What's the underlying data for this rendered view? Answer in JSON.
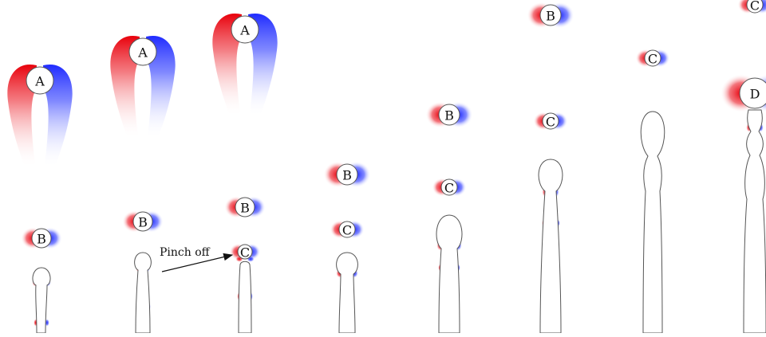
{
  "figure": {
    "annotation": "Pinch off",
    "colors": {
      "positive": "#e8000b",
      "negative": "#1f2bff",
      "outline": "#555555"
    },
    "frames": [
      {
        "id": "frame-1",
        "bubbles": [
          "A",
          "B"
        ]
      },
      {
        "id": "frame-2",
        "bubbles": [
          "A",
          "B"
        ]
      },
      {
        "id": "frame-3",
        "bubbles": [
          "A",
          "B",
          "C"
        ]
      },
      {
        "id": "frame-4",
        "bubbles": [
          "B",
          "C"
        ]
      },
      {
        "id": "frame-5",
        "bubbles": [
          "B",
          "C"
        ]
      },
      {
        "id": "frame-6",
        "bubbles": [
          "B",
          "C"
        ]
      },
      {
        "id": "frame-7",
        "bubbles": [
          "C"
        ]
      },
      {
        "id": "frame-8",
        "bubbles": [
          "C",
          "D"
        ]
      }
    ]
  }
}
